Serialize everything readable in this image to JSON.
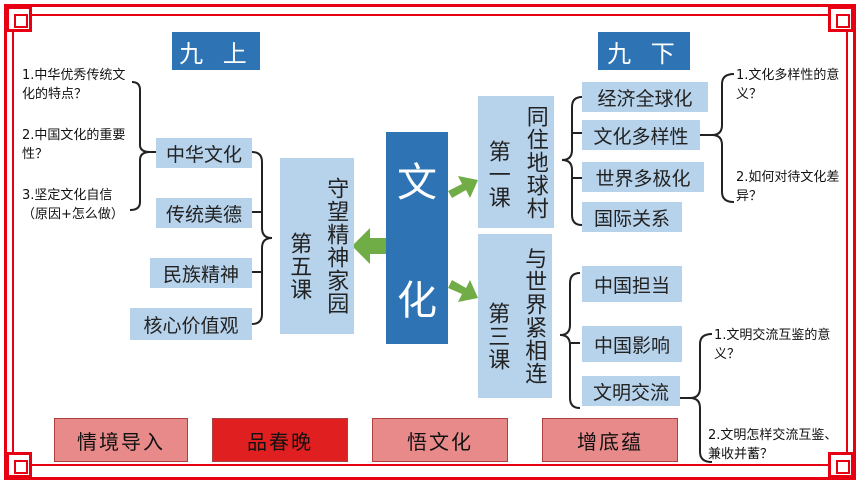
{
  "left_header": "九 上",
  "right_header": "九 下",
  "center_title": [
    "文",
    "化"
  ],
  "lesson5": {
    "title": "守望精神家园",
    "label": "第五课"
  },
  "lesson1": {
    "title": "同住地球村",
    "label": "第一课"
  },
  "lesson3": {
    "title": "与世界紧相连",
    "label": "第三课"
  },
  "left_topics": [
    "中华文化",
    "传统美德",
    "民族精神",
    "核心价值观"
  ],
  "left_questions": [
    "1.中华优秀传统文化的特点？",
    "2.中国文化的重要性？",
    "3.坚定文化自信（原因+怎么做）"
  ],
  "lesson1_topics": [
    "经济全球化",
    "文化多样性",
    "世界多极化",
    "国际关系"
  ],
  "lesson1_questions": [
    "1.文化多样性的意义？",
    "2.如何对待文化差异？"
  ],
  "lesson3_topics": [
    "中国担当",
    "中国影响",
    "文明交流"
  ],
  "lesson3_questions": [
    "1.文明交流互鉴的意义？",
    "2.文明怎样交流互鉴、兼收并蓄？"
  ],
  "nav_buttons": [
    "情境导入",
    "品春晚",
    "悟文化",
    "增底蕴"
  ],
  "colors": {
    "frame": "#e60012",
    "light_blue": "#b7d3ec",
    "dark_blue": "#2e74b5",
    "arrow_green": "#70ad47",
    "button_pink": "#e88a8a",
    "button_red": "#e02020"
  }
}
